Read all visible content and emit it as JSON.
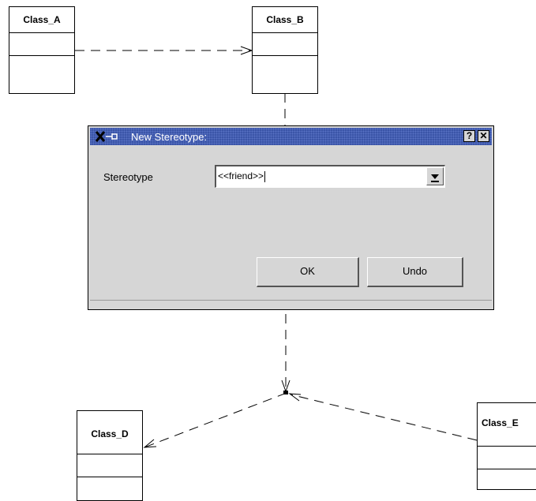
{
  "diagram": {
    "classes": {
      "a": {
        "name": "Class_A"
      },
      "b": {
        "name": "Class_B"
      },
      "d": {
        "name": "Class_D"
      },
      "e": {
        "name": "Class_E"
      }
    }
  },
  "dialog": {
    "title": "New Stereotype:",
    "help_label": "?",
    "close_label": "✕",
    "field_label": "Stereotype",
    "stereotype_value": "<<friend>>",
    "ok_label": "OK",
    "undo_label": "Undo"
  },
  "colors": {
    "titlebar": "#3b55a8",
    "dialog_bg": "#d6d6d6"
  }
}
